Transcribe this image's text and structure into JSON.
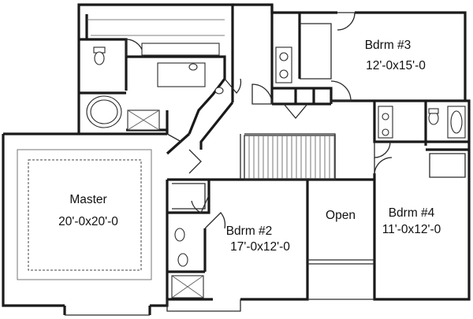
{
  "rooms": {
    "master": {
      "name": "Master",
      "size": "20'-0x20'-0"
    },
    "bedroom2": {
      "name": "Bdrm #2",
      "size": "17'-0x12'-0"
    },
    "bedroom3": {
      "name": "Bdrm #3",
      "size": "12'-0x15'-0"
    },
    "bedroom4": {
      "name": "Bdrm #4",
      "size": "11'-0x12'-0"
    },
    "open": {
      "name": "Open"
    }
  },
  "colors": {
    "line": "#1a1a1a",
    "background": "#ffffff"
  }
}
